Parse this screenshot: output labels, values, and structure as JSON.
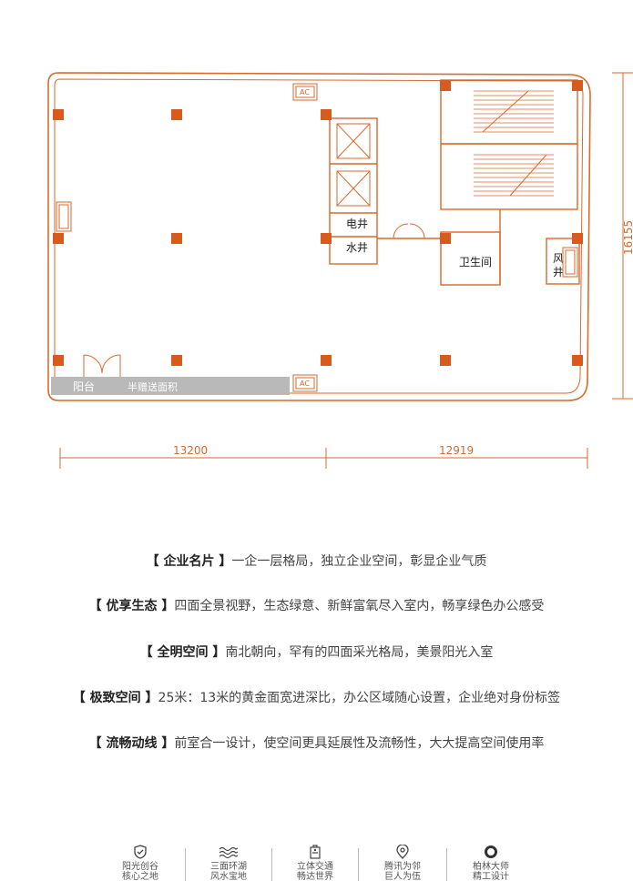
{
  "plan": {
    "labels": {
      "elec_shaft": "电井",
      "water_shaft": "水井",
      "restroom": "卫生间",
      "vent_shaft_1": "风",
      "vent_shaft_2": "井",
      "balcony": "阳台",
      "gift_area": "半赠送面积",
      "ac": "AC"
    },
    "dimensions": {
      "width_left": "13200",
      "width_right": "12919",
      "depth": "16155"
    },
    "colors": {
      "wall": "#d86a2c",
      "column": "#d85a1c",
      "balcony": "#b9b9b9"
    }
  },
  "features": [
    {
      "tag": "企业名片",
      "text": "一企一层格局，独立企业空间，彰显企业气质"
    },
    {
      "tag": "优享生态",
      "text": "四面全景视野，生态绿意、新鲜富氧尽入室内，畅享绿色办公感受"
    },
    {
      "tag": "全明空间",
      "text": "南北朝向，罕有的四面采光格局，美景阳光入室"
    },
    {
      "tag": "极致空间",
      "text": "25米：13米的黄金面宽进深比，办公区域随心设置，企业绝对身份标签"
    },
    {
      "tag": "流畅动线",
      "text": "前室合一设计，使空间更具延展性及流畅性，大大提高空间使用率"
    }
  ],
  "footer": [
    {
      "icon": "shield-icon",
      "line1": "阳光创谷",
      "line2": "核心之地"
    },
    {
      "icon": "waves-icon",
      "line1": "三面环湖",
      "line2": "风水宝地"
    },
    {
      "icon": "building-icon",
      "line1": "立体交通",
      "line2": "畅达世界"
    },
    {
      "icon": "location-pin-icon",
      "line1": "腾讯为邻",
      "line2": "巨人为伍"
    },
    {
      "icon": "ring-icon",
      "line1": "柏林大师",
      "line2": "精工设计"
    }
  ]
}
